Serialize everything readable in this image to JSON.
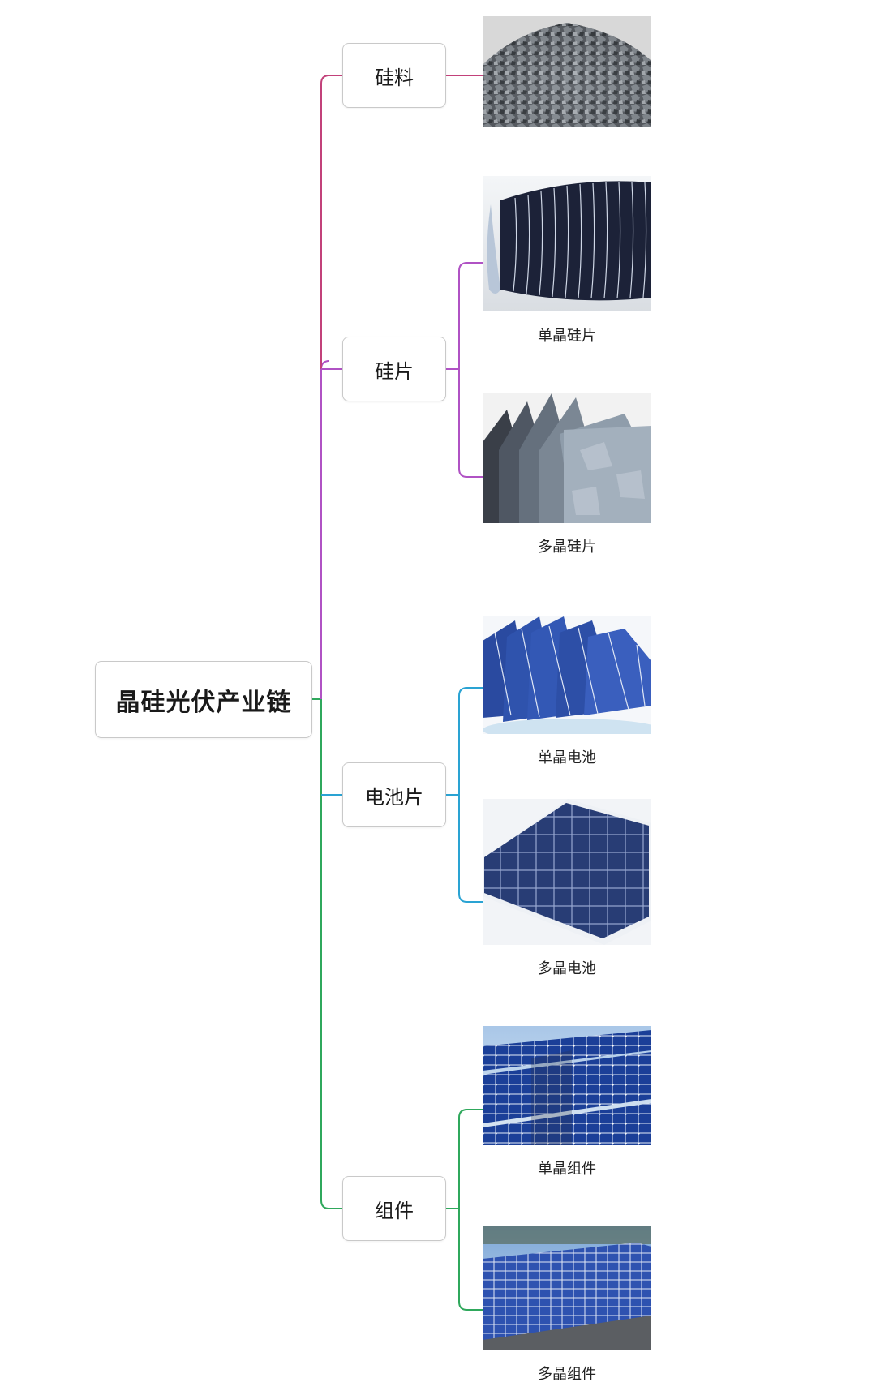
{
  "root": {
    "label": "晶硅光伏产业链"
  },
  "categories": [
    {
      "label": "硅料",
      "color": "#c2417a",
      "items": [
        {
          "caption": ""
        }
      ]
    },
    {
      "label": "硅片",
      "color": "#b052c4",
      "items": [
        {
          "caption": "单晶硅片"
        },
        {
          "caption": "多晶硅片"
        }
      ]
    },
    {
      "label": "电池片",
      "color": "#2aa3d3",
      "items": [
        {
          "caption": "单晶电池"
        },
        {
          "caption": "多晶电池"
        }
      ]
    },
    {
      "label": "组件",
      "color": "#2fa85c",
      "items": [
        {
          "caption": "单晶组件"
        },
        {
          "caption": "多晶组件"
        }
      ]
    }
  ],
  "images": {
    "silicon_material": "pile-of-silicon-chunks",
    "mono_wafer": "mono-wafer-stack",
    "poly_wafer": "poly-wafer-fan",
    "mono_cell": "mono-cell-fan",
    "poly_cell": "poly-cell-sheet",
    "mono_module": "mono-module-array",
    "poly_module": "poly-module-array"
  }
}
